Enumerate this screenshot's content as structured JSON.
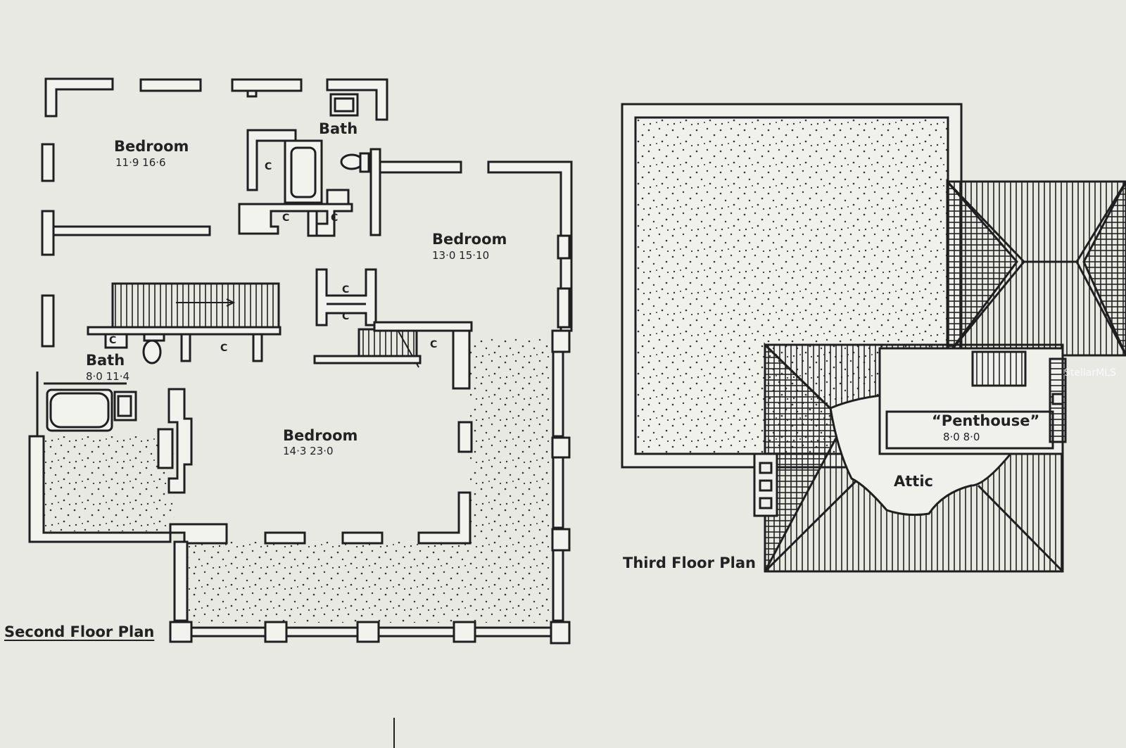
{
  "second_floor": {
    "title": "Second Floor Plan",
    "rooms": {
      "bedroom_nw": {
        "label": "Bedroom",
        "dims": "11·9  16·6"
      },
      "bath_top": {
        "label": "Bath"
      },
      "bedroom_ne": {
        "label": "Bedroom",
        "dims": "13·0  15·10"
      },
      "bath_west": {
        "label": "Bath",
        "dims": "8·0  11·4"
      },
      "bedroom_main": {
        "label": "Bedroom",
        "dims": "14·3  23·0"
      }
    },
    "closets": [
      "C",
      "C",
      "C",
      "C",
      "C",
      "C",
      "C",
      "C"
    ]
  },
  "third_floor": {
    "title": "Third Floor Plan",
    "rooms": {
      "penthouse": {
        "label": "“Penthouse”",
        "dims": "8·0  8·0"
      },
      "attic": {
        "label": "Attic"
      }
    }
  },
  "watermark": "StellarMLS"
}
